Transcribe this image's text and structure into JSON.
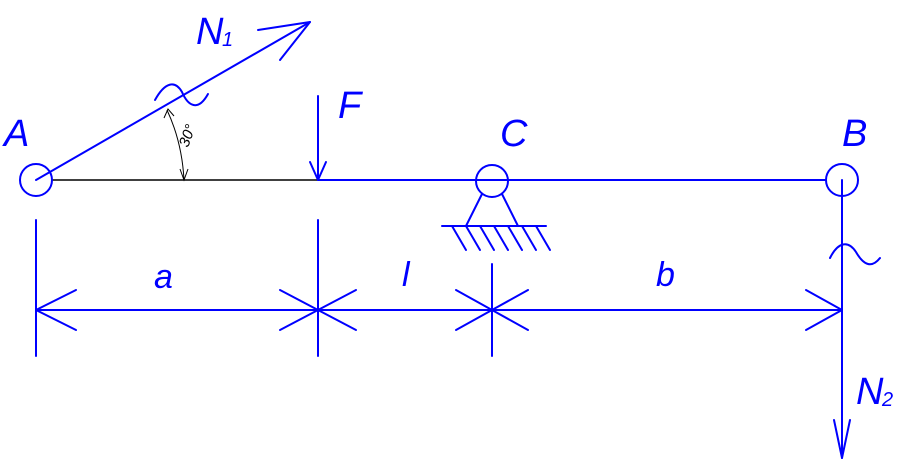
{
  "colors": {
    "line": "#0000ff",
    "beam_segment": "#000000",
    "angle": "#000000"
  },
  "labels": {
    "point_a": "A",
    "point_b": "B",
    "point_c": "C",
    "force_f": "F",
    "force_n1": "N",
    "force_n1_sub": "1",
    "force_n2": "N",
    "force_n2_sub": "2",
    "angle": "30°",
    "dim_a": "a",
    "dim_l": "l",
    "dim_b": "b"
  }
}
